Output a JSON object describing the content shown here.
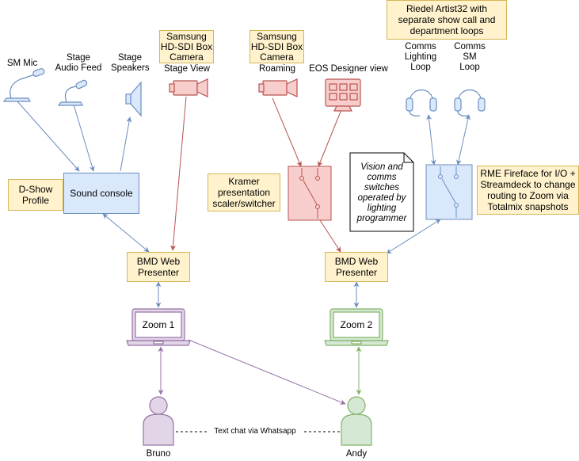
{
  "labels": {
    "sm_mic": "SM Mic",
    "stage_audio_feed": "Stage\nAudio Feed",
    "stage_speakers": "Stage\nSpeakers",
    "stage_view": "Stage View",
    "roaming": "Roaming",
    "eos_designer_view": "EOS Designer view",
    "comms_lighting_loop": "Comms\nLighting\nLoop",
    "comms_sm_loop": "Comms\nSM\nLoop",
    "bruno": "Bruno",
    "andy": "Andy",
    "text_chat": "Text chat via Whatsapp"
  },
  "notes": {
    "samsung_camera_1": "Samsung\nHD-SDI Box\nCamera",
    "samsung_camera_2": "Samsung\nHD-SDI Box\nCamera",
    "riedel": "Riedel Artist32 with\nseparate show call and\ndepartment loops",
    "d_show": "D-Show\nProfile",
    "kramer": "Kramer\npresentation\nscaler/switcher",
    "vision_comms": "Vision and\ncomms\nswitches\noperated by\nlighting\nprogrammer",
    "rme": "RME Fireface for I/O +\nStreamdeck to change\nrouting to Zoom via\nTotalmix snapshots"
  },
  "nodes": {
    "sound_console": "Sound console",
    "bmd_1": "BMD Web\nPresenter",
    "bmd_2": "BMD Web\nPresenter",
    "zoom_1": "Zoom 1",
    "zoom_2": "Zoom 2"
  },
  "colors": {
    "blue_stroke": "#6c8ebf",
    "blue_fill": "#dae8fc",
    "red_stroke": "#b85450",
    "red_fill": "#f8cecc",
    "purple_stroke": "#9673a6",
    "purple_fill": "#e1d5e7",
    "green_stroke": "#82b366",
    "green_fill": "#d5e8d4",
    "yellow_fill": "#fff2cc",
    "yellow_stroke": "#d6b656"
  }
}
